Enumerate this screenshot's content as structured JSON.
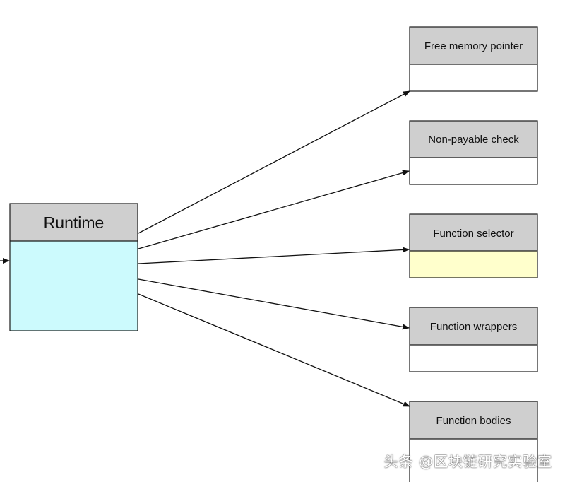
{
  "runtime": {
    "label": "Runtime"
  },
  "components": [
    {
      "label": "Free memory pointer",
      "highlight": "none"
    },
    {
      "label": "Non-payable check",
      "highlight": "none"
    },
    {
      "label": "Function selector",
      "highlight": "yellow"
    },
    {
      "label": "Function wrappers",
      "highlight": "none"
    },
    {
      "label": "Function bodies",
      "highlight": "none"
    }
  ],
  "watermark": "头条 @区块链研究实验室",
  "colors": {
    "header": "#cfcfcf",
    "runtime_body": "#ccfafd",
    "selected_body": "#ffffcc",
    "line": "#111111"
  }
}
